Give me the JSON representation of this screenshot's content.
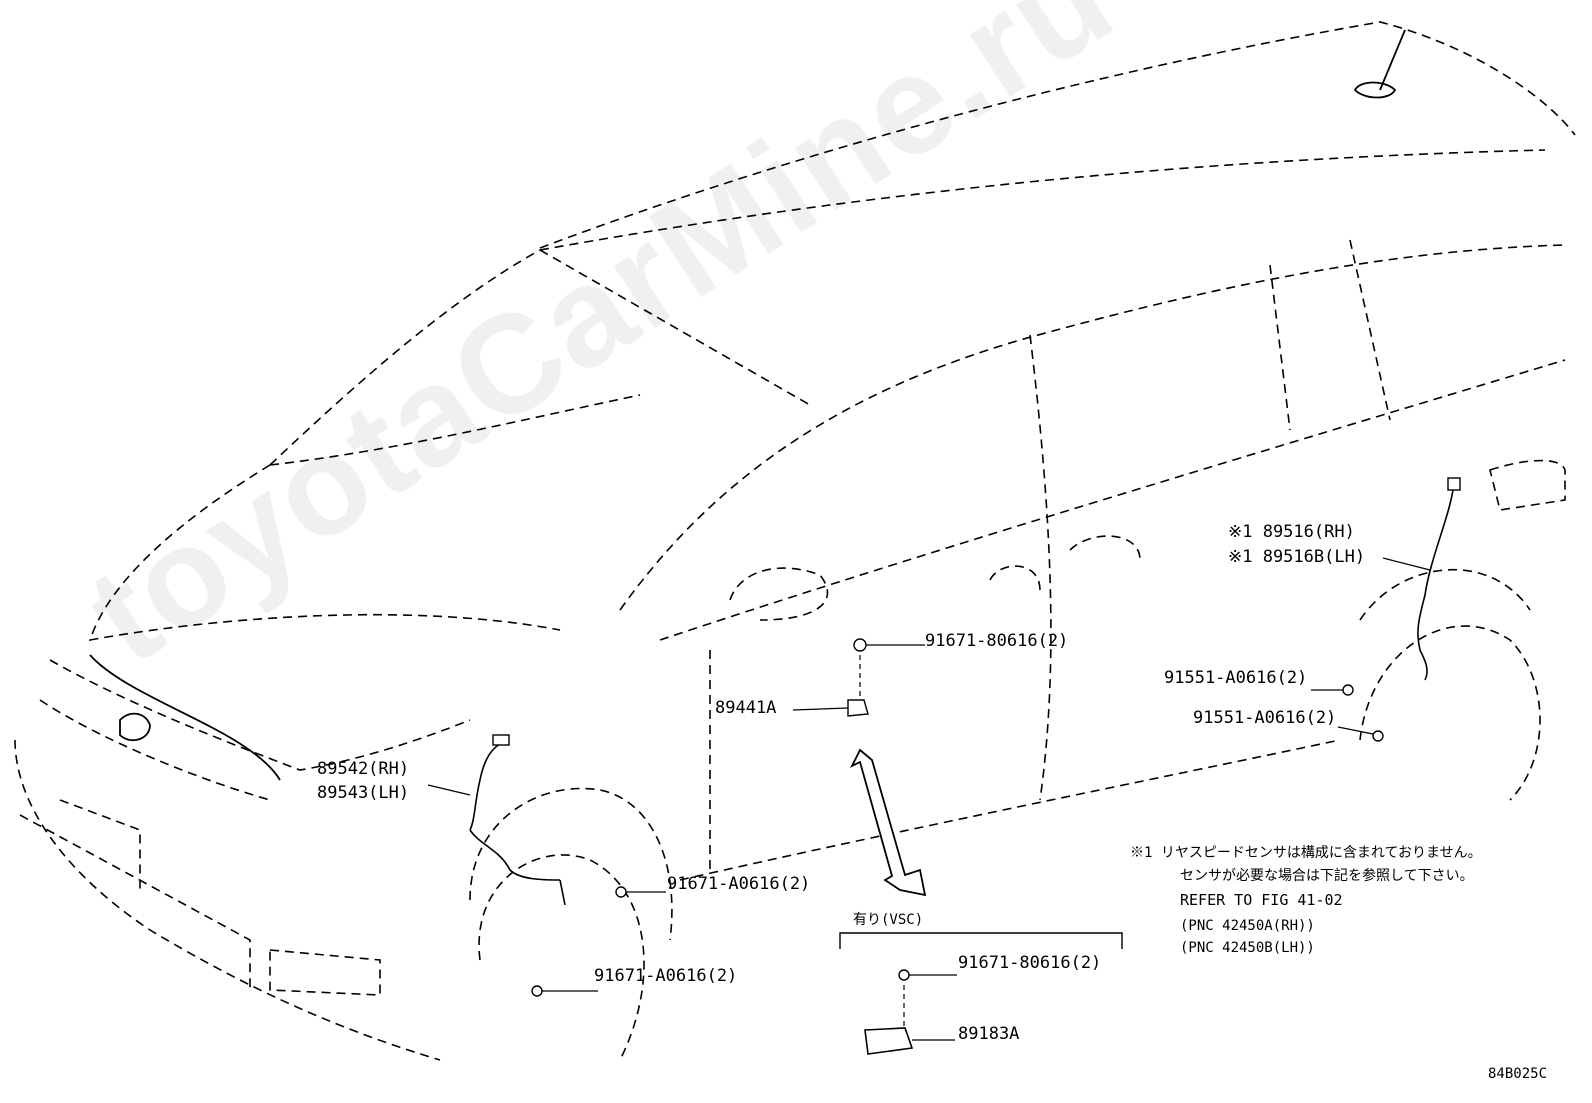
{
  "watermark": "toyotaCarMine.ru",
  "labels": {
    "p89516": "※1 89516(RH)",
    "p89516b": "※1 89516B(LH)",
    "p91671_80616_top": "91671-80616(2)",
    "p89441a": "89441A",
    "p91551_1": "91551-A0616(2)",
    "p91551_2": "91551-A0616(2)",
    "p89542": "89542(RH)",
    "p89543": "89543(LH)",
    "p91671_a0616_1": "91671-A0616(2)",
    "p91671_a0616_2": "91671-A0616(2)",
    "vsc_title": "有り(VSC)",
    "p91671_80616_vsc": "91671-80616(2)",
    "p89183a": "89183A"
  },
  "note": {
    "line1": "※1 リヤスピードセンサは構成に含まれておりません。",
    "line2": "センサが必要な場合は下記を参照して下さい。",
    "line3": "REFER TO FIG 41-02",
    "line4": "(PNC 42450A(RH))",
    "line5": "(PNC 42450B(LH))"
  },
  "figure_id": "84B025C"
}
